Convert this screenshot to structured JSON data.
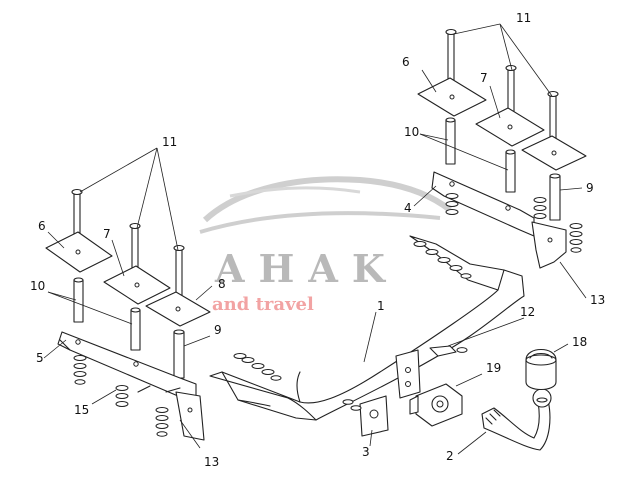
{
  "watermark": {
    "brand": "AHAK",
    "tagline": "and travel"
  },
  "callouts": {
    "n1": "1",
    "n2": "2",
    "n3": "3",
    "n4": "4",
    "n5": "5",
    "n6a": "6",
    "n6b": "6",
    "n7a": "7",
    "n7b": "7",
    "n8": "8",
    "n9a": "9",
    "n9b": "9",
    "n10a": "10",
    "n10b": "10",
    "n11a": "11",
    "n11b": "11",
    "n12": "12",
    "n13a": "13",
    "n13b": "13",
    "n15": "15",
    "n18": "18",
    "n19": "19"
  }
}
